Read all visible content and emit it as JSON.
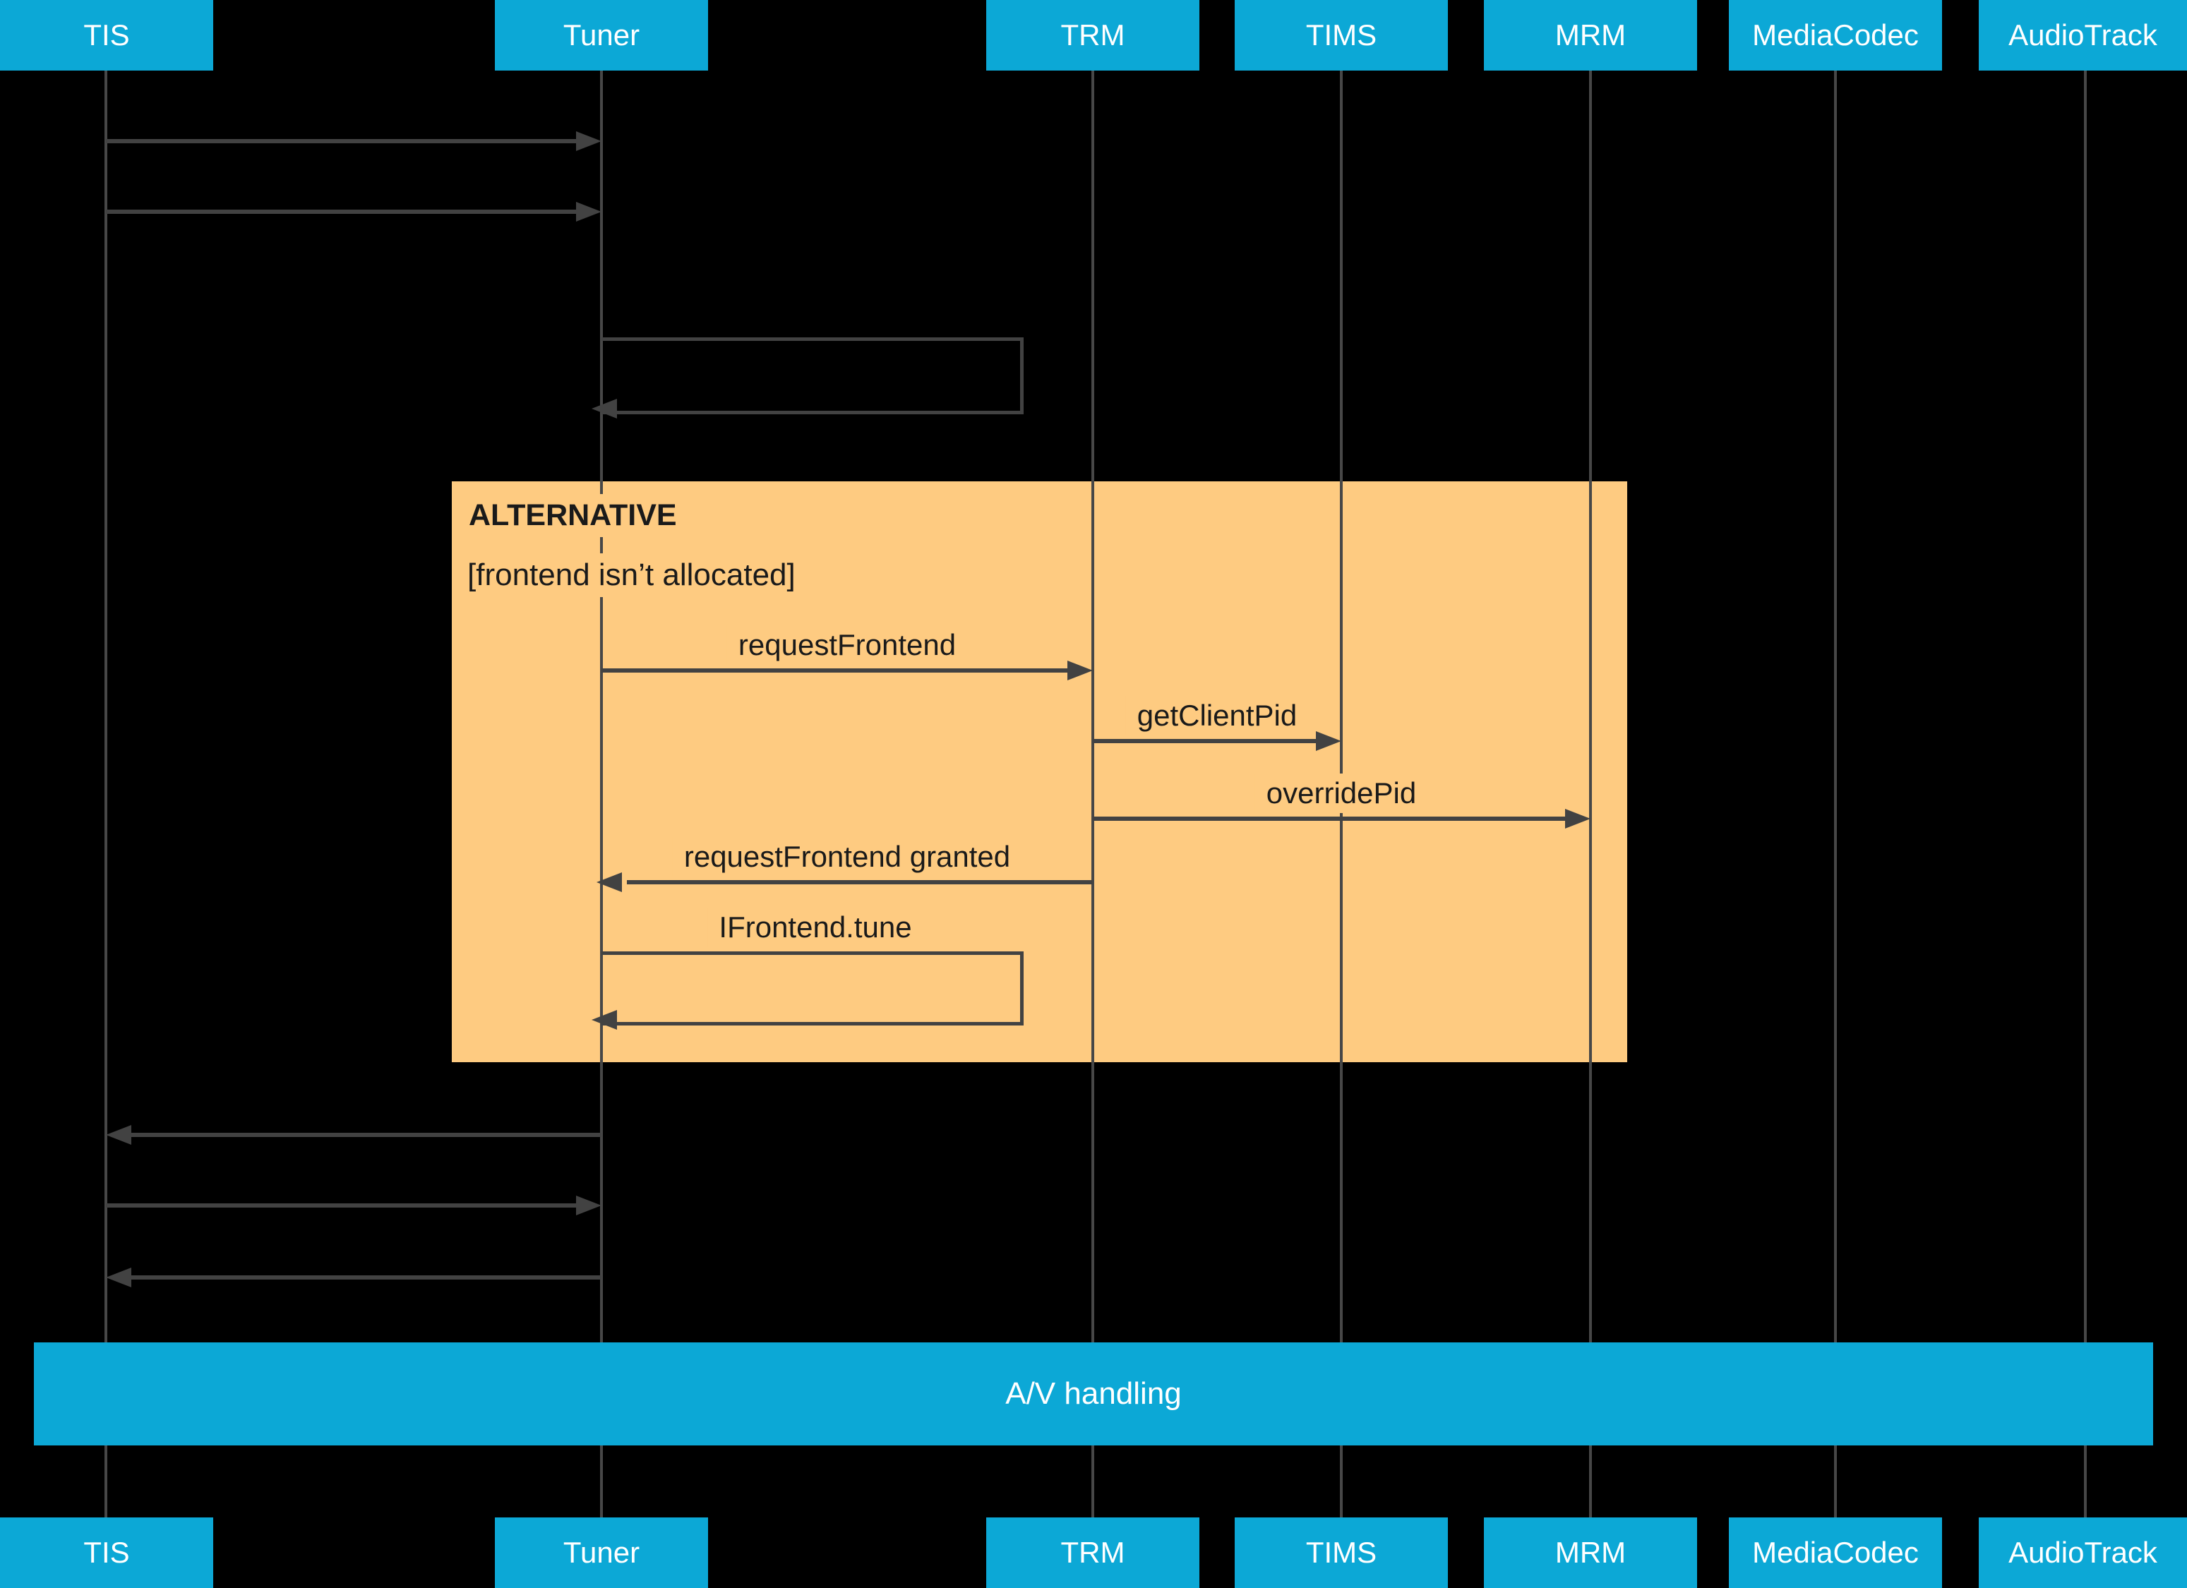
{
  "participants": [
    "TIS",
    "Tuner",
    "TRM",
    "TIMS",
    "MRM",
    "MediaCodec",
    "AudioTrack"
  ],
  "alt_block": {
    "title": "ALTERNATIVE",
    "condition": "[frontend isn’t allocated]"
  },
  "messages": {
    "request_frontend": "requestFrontend",
    "get_client_pid": "getClientPid",
    "override_pid": "overridePid",
    "request_frontend_granted": "requestFrontend granted",
    "ifrontend_tune": "IFrontend.tune"
  },
  "av_bar": {
    "label": "A/V handling"
  },
  "colors": {
    "participant_fill": "#0CA8D6",
    "alt_fill": "#FECB81",
    "lifeline_color": "#474747",
    "arrow_color": "#424242",
    "label_text": "#1A1A1A",
    "participant_text": "#FFFFFF",
    "bg": "#000000"
  }
}
